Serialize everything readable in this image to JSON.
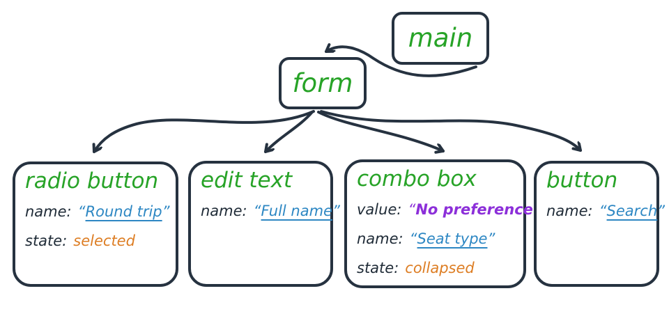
{
  "colors": {
    "ink": "#263240",
    "green": "#27a327",
    "blue": "#2d87c3",
    "purple": "#8c2fd9",
    "orange": "#dd7d23",
    "label": "#1e2a36"
  },
  "glyphs": {
    "open_quote": "“",
    "close_quote": "”"
  },
  "nodes": {
    "main": {
      "title": "main"
    },
    "form": {
      "title": "form"
    },
    "radio_button": {
      "title": "radio button",
      "props": [
        {
          "label": "name:",
          "value": "Round trip",
          "quoted": true,
          "color": "blue",
          "underlined": true
        },
        {
          "label": "state:",
          "value": "selected",
          "quoted": false,
          "color": "orange",
          "underlined": false
        }
      ]
    },
    "edit_text": {
      "title": "edit text",
      "props": [
        {
          "label": "name:",
          "value": "Full name",
          "quoted": true,
          "color": "blue",
          "underlined": true
        }
      ]
    },
    "combo_box": {
      "title": "combo box",
      "props": [
        {
          "label": "value:",
          "value": "No preference",
          "quoted": true,
          "color": "purple",
          "underlined": false
        },
        {
          "label": "name:",
          "value": "Seat type",
          "quoted": true,
          "color": "blue",
          "underlined": true
        },
        {
          "label": "state:",
          "value": "collapsed",
          "quoted": false,
          "color": "orange",
          "underlined": false
        }
      ]
    },
    "button": {
      "title": "button",
      "props": [
        {
          "label": "name:",
          "value": "Search",
          "quoted": true,
          "color": "blue",
          "underlined": true
        }
      ]
    }
  },
  "edges": [
    {
      "from": "main",
      "to": "form"
    },
    {
      "from": "form",
      "to": "radio_button"
    },
    {
      "from": "form",
      "to": "edit_text"
    },
    {
      "from": "form",
      "to": "combo_box"
    },
    {
      "from": "form",
      "to": "button"
    }
  ]
}
